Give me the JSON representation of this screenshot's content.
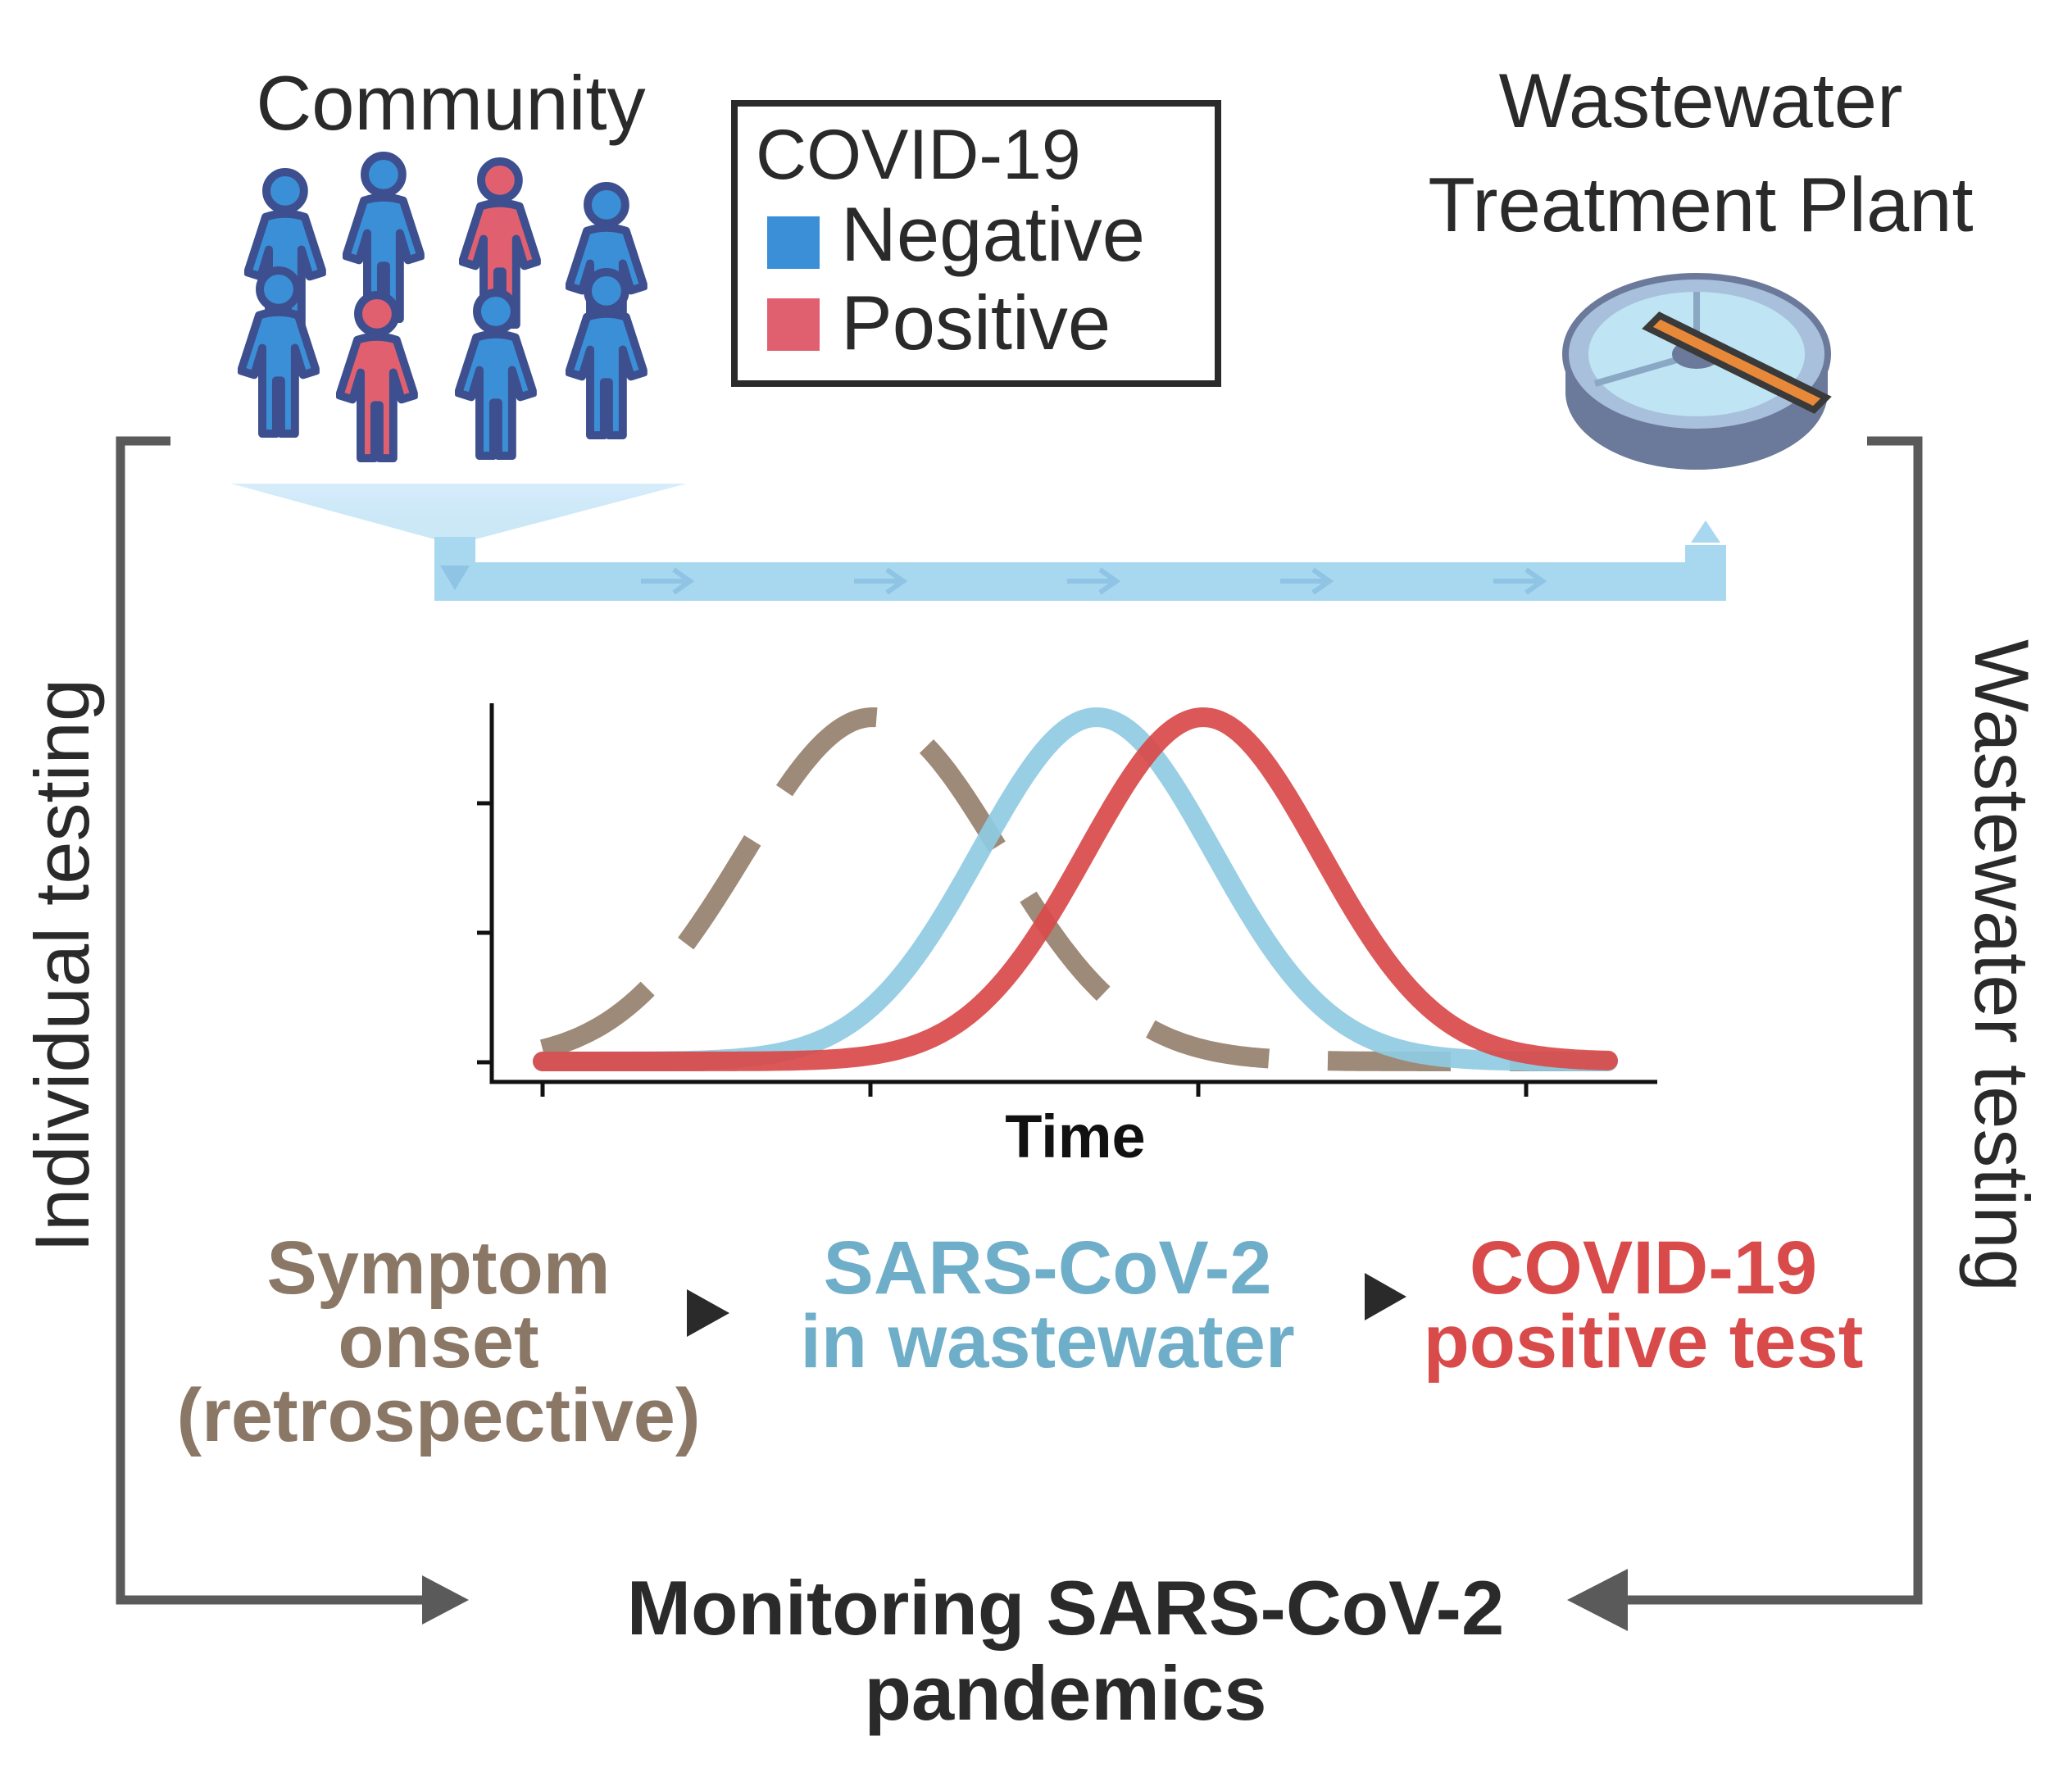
{
  "community": {
    "title": "Community",
    "people": [
      {
        "status": "negative"
      },
      {
        "status": "negative"
      },
      {
        "status": "positive"
      },
      {
        "status": "negative"
      },
      {
        "status": "negative"
      },
      {
        "status": "positive"
      },
      {
        "status": "negative"
      },
      {
        "status": "negative"
      }
    ]
  },
  "legend": {
    "title": "COVID-19",
    "items": [
      {
        "label": "Negative",
        "color": "#3b8fd6"
      },
      {
        "label": "Positive",
        "color": "#e06070"
      }
    ]
  },
  "plant": {
    "title_line1": "Wastewater",
    "title_line2": "Treatment Plant"
  },
  "side_labels": {
    "left": "Individual testing",
    "right": "Wastewater testing"
  },
  "chart_data": {
    "type": "line",
    "title": "",
    "xlabel": "Time",
    "ylabel": "",
    "series": [
      {
        "role": "symptom",
        "color": "#9e8a78",
        "dashed": true,
        "peak_x": 0.31,
        "sigma": 0.12
      },
      {
        "role": "wastewater",
        "color": "#8fcbe2",
        "dashed": false,
        "peak_x": 0.52,
        "sigma": 0.11
      },
      {
        "role": "positive",
        "color": "#d94a4a",
        "dashed": false,
        "peak_x": 0.62,
        "sigma": 0.11
      }
    ],
    "grid": false
  },
  "sequence": [
    {
      "lines": [
        "Symptom",
        "onset",
        "(retrospective)"
      ],
      "color": "#8b7765"
    },
    {
      "lines": [
        "SARS-CoV-2",
        "in wastewater"
      ],
      "color": "#6faec9"
    },
    {
      "lines": [
        "COVID-19",
        "positive test"
      ],
      "color": "#d94a4a"
    }
  ],
  "footer": {
    "line1": "Monitoring SARS-CoV-2",
    "line2": "pandemics"
  },
  "colors": {
    "frame": "#5a5a5a",
    "pipe": "#a8d8f0",
    "text": "#2a2a2a"
  }
}
